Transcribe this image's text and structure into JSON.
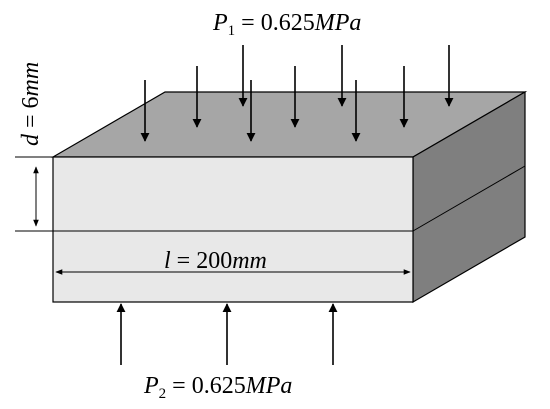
{
  "diagram": {
    "top_load": {
      "symbol": "P",
      "subscript": "1",
      "value": " = 0.625",
      "unit": "MPa"
    },
    "bottom_load": {
      "symbol": "P",
      "subscript": "2",
      "value": " = 0.625",
      "unit": "MPa"
    },
    "thickness": {
      "symbol": "d",
      "value": " = 6",
      "unit": "mm"
    },
    "length": {
      "symbol": "l",
      "value": " = 200",
      "unit": "mm"
    }
  },
  "colors": {
    "top_face": "#a6a6a6",
    "front_face": "#e8e8e8",
    "side_face": "#7f7f7f",
    "stroke": "#000000"
  }
}
